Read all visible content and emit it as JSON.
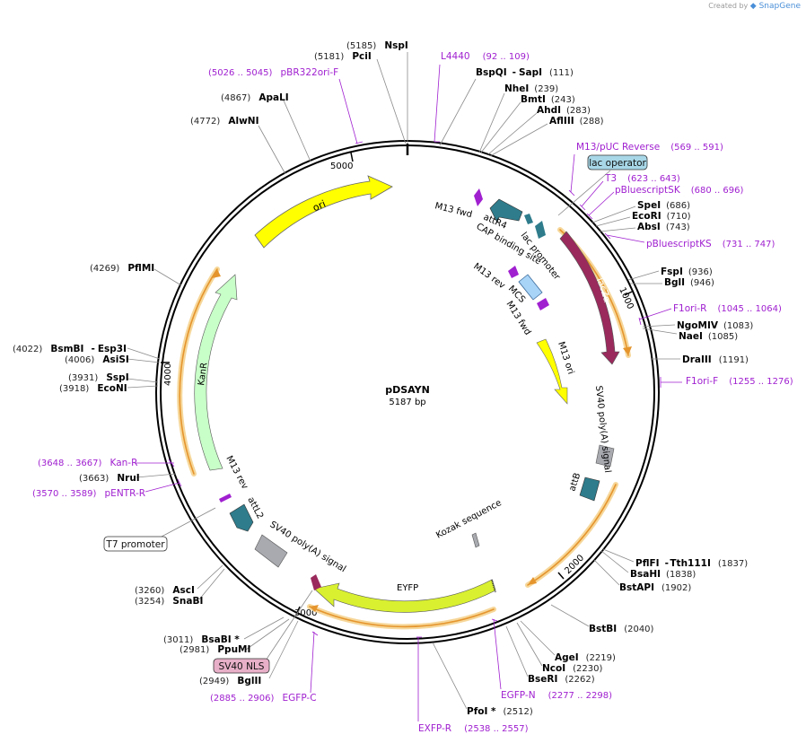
{
  "brand": {
    "created_by": "Created by",
    "name": "SnapGene"
  },
  "plasmid": {
    "name": "pDSAYN",
    "length": "5187 bp"
  },
  "ticks": [
    "5000",
    "1000",
    "2000",
    "3000",
    "4000"
  ],
  "enzymes": {
    "NspI": {
      "name": "NspI",
      "pos": "(5185)"
    },
    "PciI": {
      "name": "PciI",
      "pos": "(5181)"
    },
    "BspQI": {
      "name": "BspQI",
      "sep": "-",
      "name2": "SapI",
      "pos": "(111)"
    },
    "NheI": {
      "name": "NheI",
      "pos": "(239)"
    },
    "BmtI": {
      "name": "BmtI",
      "pos": "(243)"
    },
    "AhdI": {
      "name": "AhdI",
      "pos": "(283)"
    },
    "AflIII": {
      "name": "AflIII",
      "pos": "(288)"
    },
    "SpeI": {
      "name": "SpeI",
      "pos": "(686)"
    },
    "EcoRI": {
      "name": "EcoRI",
      "pos": "(710)"
    },
    "AbsI": {
      "name": "AbsI",
      "pos": "(743)"
    },
    "FspI": {
      "name": "FspI",
      "pos": "(936)"
    },
    "BglI": {
      "name": "BglI",
      "pos": "(946)"
    },
    "NgoMIV": {
      "name": "NgoMIV",
      "pos": "(1083)"
    },
    "NaeI": {
      "name": "NaeI",
      "pos": "(1085)"
    },
    "DraIII": {
      "name": "DraIII",
      "pos": "(1191)"
    },
    "PflFI": {
      "name": "PflFI",
      "sep": "-",
      "name2": "Tth111I",
      "pos": "(1837)"
    },
    "BsaHI": {
      "name": "BsaHI",
      "pos": "(1838)"
    },
    "BstAPI": {
      "name": "BstAPI",
      "pos": "(1902)"
    },
    "BstBI": {
      "name": "BstBI",
      "pos": "(2040)"
    },
    "AgeI": {
      "name": "AgeI",
      "pos": "(2219)"
    },
    "NcoI": {
      "name": "NcoI",
      "pos": "(2230)"
    },
    "BseRI": {
      "name": "BseRI",
      "pos": "(2262)"
    },
    "PfoI": {
      "name": "PfoI *",
      "pos": "(2512)"
    },
    "BglII": {
      "name": "BglII",
      "pos": "(2949)"
    },
    "PpuMI": {
      "name": "PpuMI",
      "pos": "(2981)"
    },
    "BsaBI": {
      "name": "BsaBI *",
      "pos": "(3011)"
    },
    "SnaBI": {
      "name": "SnaBI",
      "pos": "(3254)"
    },
    "AscI": {
      "name": "AscI",
      "pos": "(3260)"
    },
    "NruI": {
      "name": "NruI",
      "pos": "(3663)"
    },
    "EcoNI": {
      "name": "EcoNI",
      "pos": "(3918)"
    },
    "SspI": {
      "name": "SspI",
      "pos": "(3931)"
    },
    "AsiSI": {
      "name": "AsiSI",
      "pos": "(4006)"
    },
    "BsmBI": {
      "name": "BsmBI",
      "sep": "-",
      "name2": "Esp3I",
      "pos": "(4022)"
    },
    "PflMI": {
      "name": "PflMI",
      "pos": "(4269)"
    },
    "AlwNI": {
      "name": "AlwNI",
      "pos": "(4772)"
    },
    "ApaLI": {
      "name": "ApaLI",
      "pos": "(4867)"
    }
  },
  "primers": {
    "L4440": {
      "name": "L4440",
      "range": "(92 .. 109)"
    },
    "pBR322ori_F": {
      "name": "pBR322ori-F",
      "range": "(5026 .. 5045)"
    },
    "M13pUC_Reverse": {
      "name": "M13/pUC Reverse",
      "range": "(569 .. 591)"
    },
    "T3": {
      "name": "T3",
      "range": "(623 .. 643)"
    },
    "pBluescriptSK": {
      "name": "pBluescriptSK",
      "range": "(680 .. 696)"
    },
    "pBluescriptKS": {
      "name": "pBluescriptKS",
      "range": "(731 .. 747)"
    },
    "F1ori_R": {
      "name": "F1ori-R",
      "range": "(1045 .. 1064)"
    },
    "F1ori_F": {
      "name": "F1ori-F",
      "range": "(1255 .. 1276)"
    },
    "EGFP_N": {
      "name": "EGFP-N",
      "range": "(2277 .. 2298)"
    },
    "EXFP_R": {
      "name": "EXFP-R",
      "range": "(2538 .. 2557)"
    },
    "EGFP_C": {
      "name": "EGFP-C",
      "range": "(2885 .. 2906)"
    },
    "Kan_R": {
      "name": "Kan-R",
      "range": "(3648 .. 3667)"
    },
    "pENTR_R": {
      "name": "pENTR-R",
      "range": "(3570 .. 3589)"
    }
  },
  "boxed_features": {
    "lac_operator": "lac operator",
    "T7_promoter": "T7 promoter",
    "SV40_NLS": "SV40 NLS"
  },
  "features": {
    "ori": "ori",
    "lacZa": "lacZα",
    "M13_ori": "M13 ori",
    "KanR": "KanR",
    "EYFP": "EYFP",
    "SV40_polyA_1": "SV40 poly(A) signal",
    "SV40_polyA_2": "SV40 poly(A) signal",
    "attB": "attB",
    "attR4": "attR4",
    "attL2": "attL2",
    "CAP": "CAP binding site",
    "lac_promoter": "lac promoter",
    "M13fwd_1": "M13 fwd",
    "M13fwd_2": "M13 fwd",
    "M13rev_1": "M13 rev",
    "M13rev_2": "M13 rev",
    "MCS": "MCS",
    "Kozak": "Kozak sequence"
  },
  "colors": {
    "ori": "#ffff00",
    "lacZa": "#9a2a5c",
    "M13_ori": "#ffff00",
    "KanR": "#c8ffc8",
    "EYFP": "#d8f030",
    "polyA": "#a8aab0",
    "att": "#2e7c8c",
    "primer": "#a020d0",
    "orf": "#f0b050",
    "lac_operator_box": "#a8d8e8",
    "SV40_NLS_box": "#e8b0c8",
    "MCS_box": "#a8d4f8"
  }
}
